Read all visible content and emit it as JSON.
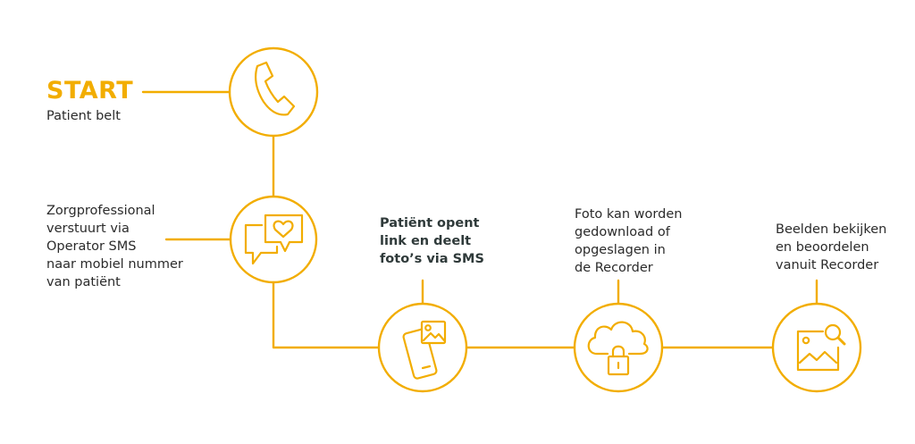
{
  "colors": {
    "accent": "#f2ad00",
    "text": "#2b2b2b",
    "text_bold": "#2f3a3a"
  },
  "start": {
    "title": "START",
    "subtitle": "Patient belt"
  },
  "steps": [
    {
      "icon": "phone-icon",
      "lines": []
    },
    {
      "icon": "chat-heart-icon",
      "lines": [
        "Zorgprofessional",
        "verstuurt via",
        "Operator SMS",
        "naar mobiel nummer",
        "van patiënt"
      ]
    },
    {
      "icon": "phone-photo-icon",
      "lines": [
        "Patiënt opent",
        "link en deelt",
        "foto’s via SMS"
      ]
    },
    {
      "icon": "cloud-lock-icon",
      "lines": [
        "Foto kan worden",
        "gedownload of",
        "opgeslagen in",
        "de Recorder"
      ]
    },
    {
      "icon": "image-search-icon",
      "lines": [
        "Beelden bekijken",
        "en beoordelen",
        "vanuit Recorder"
      ]
    }
  ]
}
